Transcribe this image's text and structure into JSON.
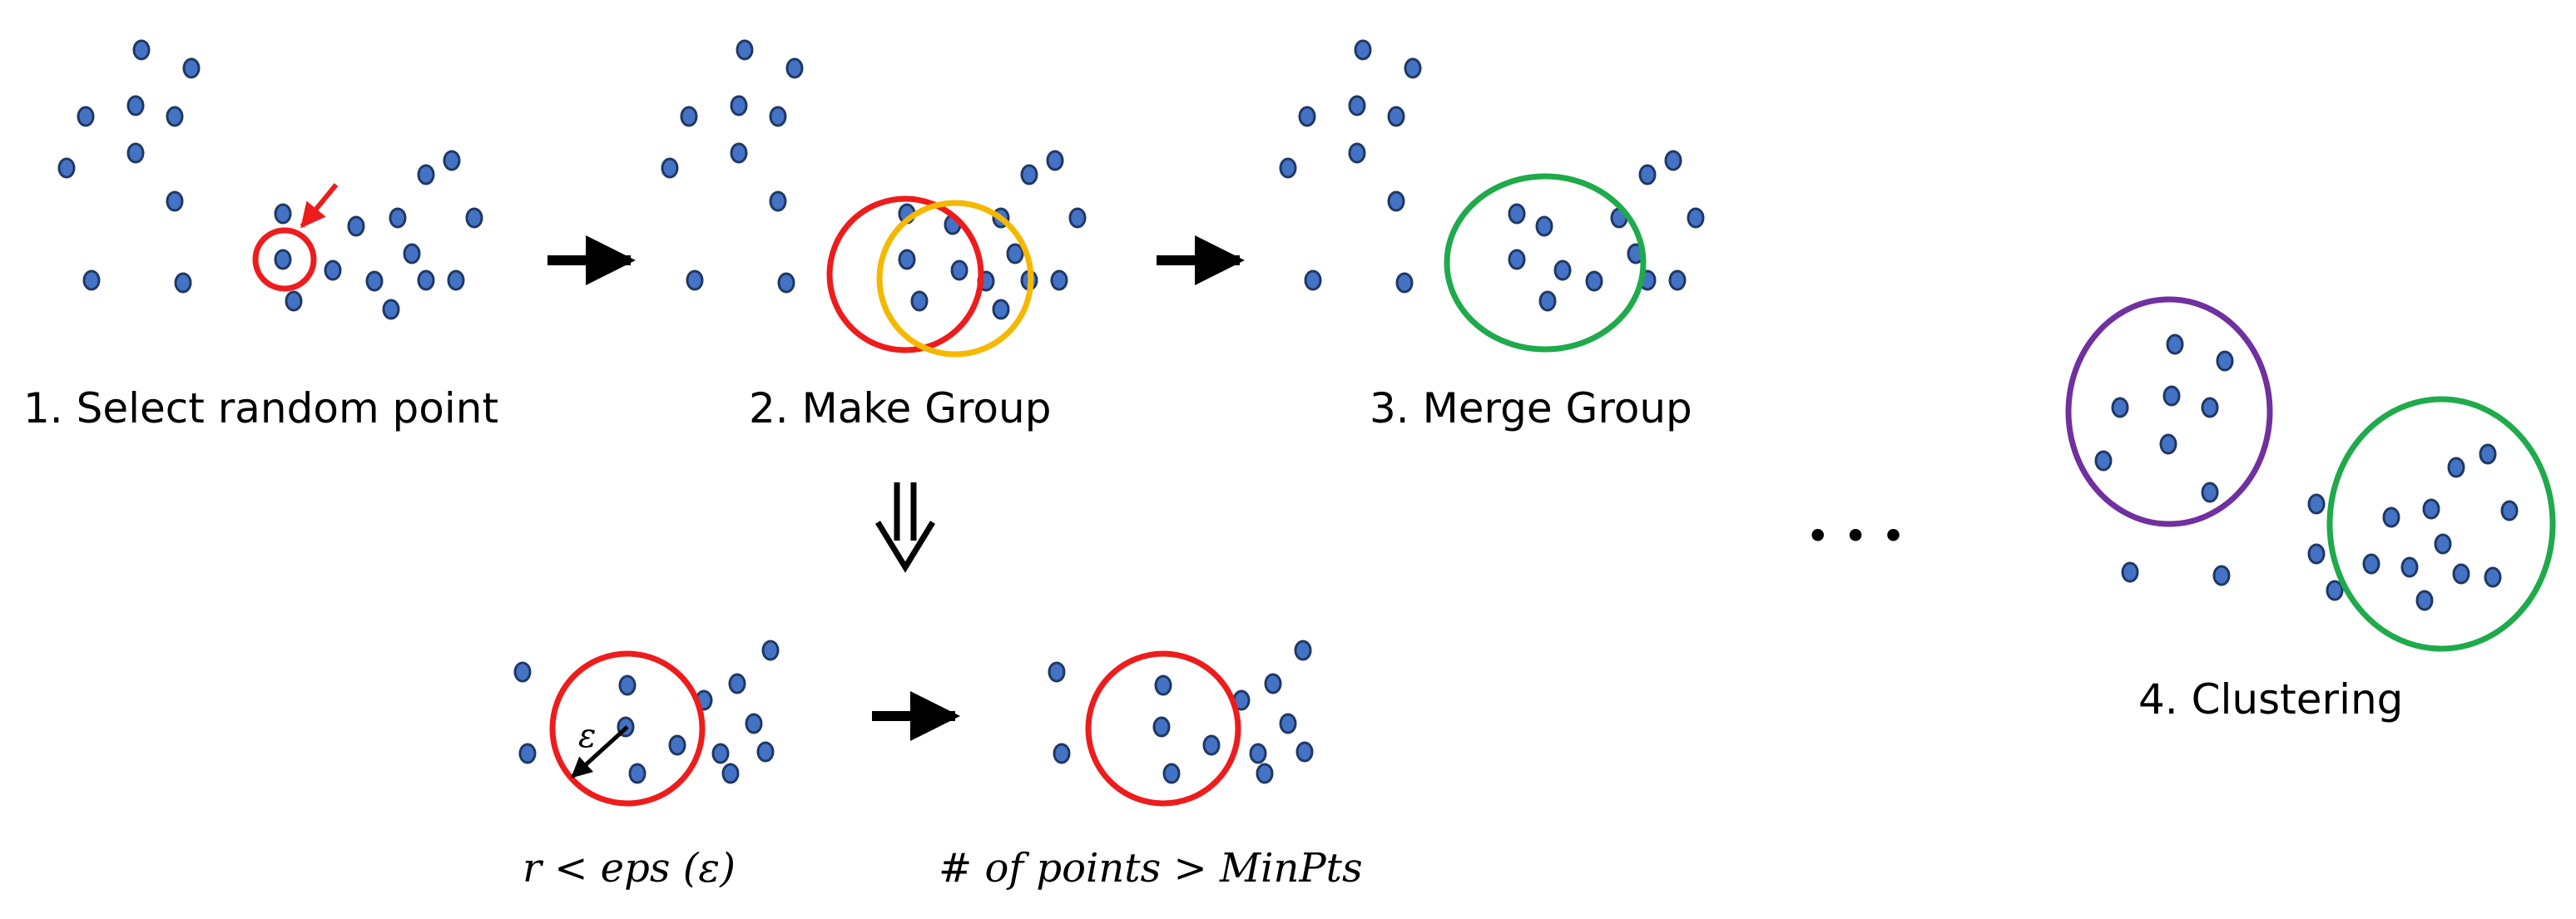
{
  "steps": [
    {
      "label": "1. Select random point"
    },
    {
      "label": "2. Make Group"
    },
    {
      "label": "3. Merge Group"
    },
    {
      "label": "4. Clustering"
    }
  ],
  "conditions": {
    "radius": "r < eps (ε)",
    "points": "# of points > MinPts"
  },
  "epsilon_symbol": "ε",
  "ellipsis": "• • •",
  "colors": {
    "point_fill": "#4472c4",
    "point_stroke": "#1f3864",
    "highlight": "#ee1c1c",
    "second_group": "#f5b800",
    "merged": "#1faa4b",
    "cluster_a": "#7030a0",
    "cluster_b": "#1faa4b",
    "arrow": "#000000"
  }
}
